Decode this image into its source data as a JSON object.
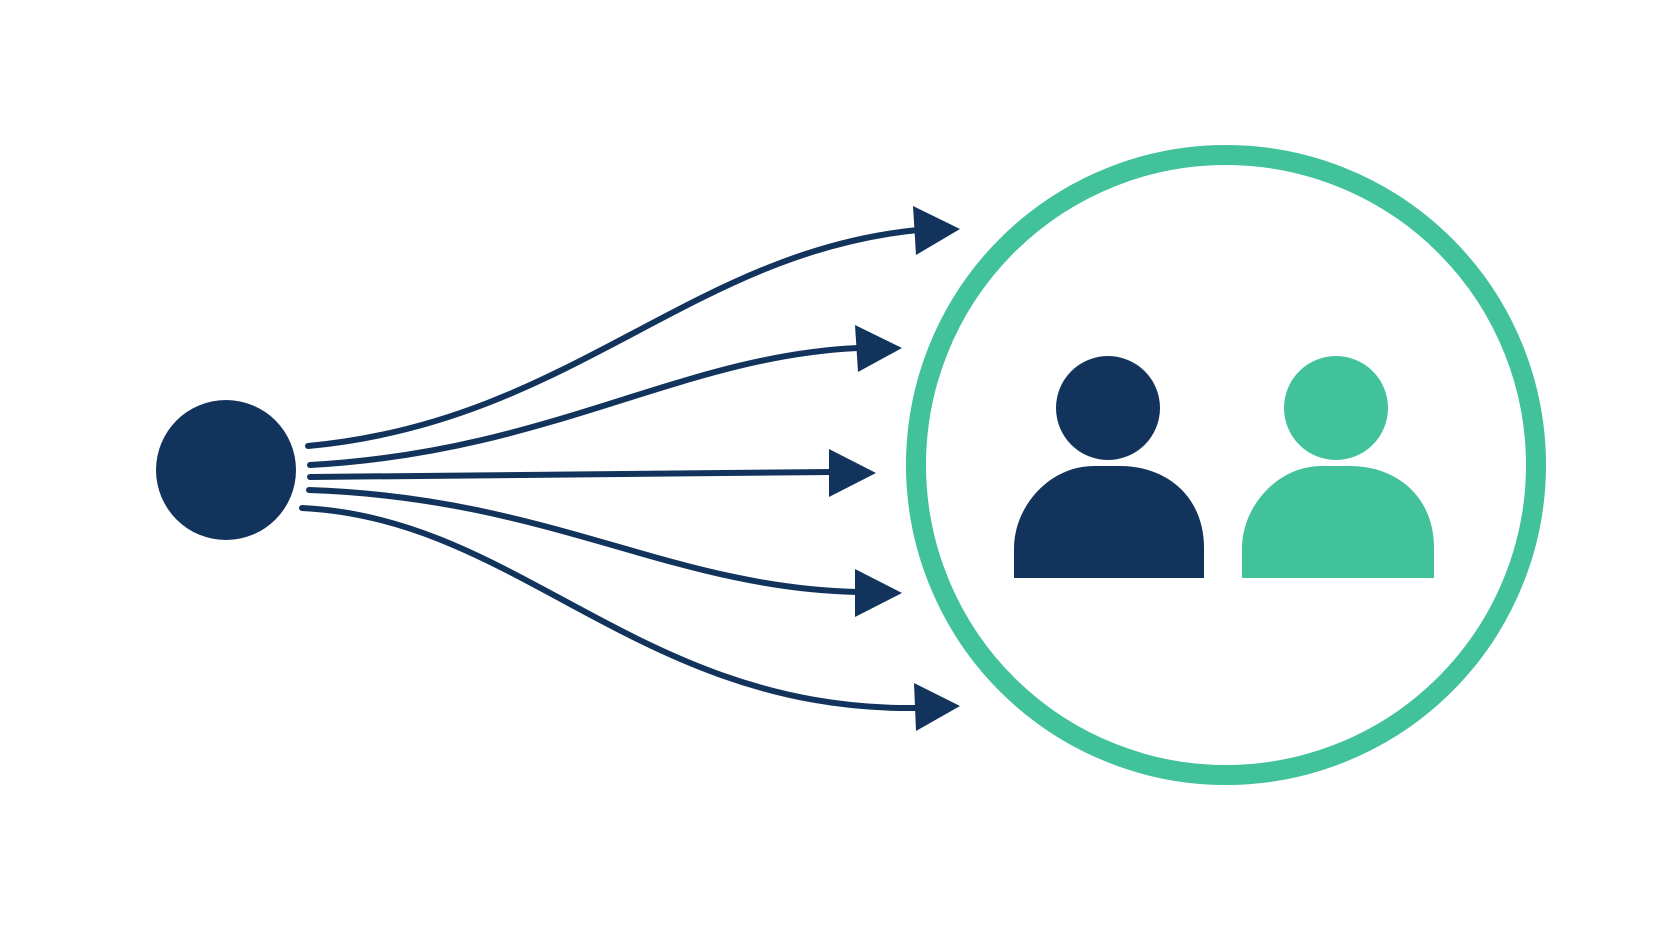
{
  "colors": {
    "background": "#ffffff",
    "navy": "#12345c",
    "green": "#41c29a"
  },
  "diagram": {
    "source": {
      "icon": "source-node-circle",
      "color": "#12345c"
    },
    "arrows": [
      {
        "name": "arrow-top",
        "color": "#12345c"
      },
      {
        "name": "arrow-upper",
        "color": "#12345c"
      },
      {
        "name": "arrow-middle",
        "color": "#12345c"
      },
      {
        "name": "arrow-lower",
        "color": "#12345c"
      },
      {
        "name": "arrow-bottom",
        "color": "#12345c"
      }
    ],
    "target": {
      "icon": "audience-ring",
      "color": "#41c29a",
      "people": [
        {
          "icon": "person-icon",
          "color": "#12345c"
        },
        {
          "icon": "person-icon",
          "color": "#41c29a"
        }
      ]
    }
  }
}
